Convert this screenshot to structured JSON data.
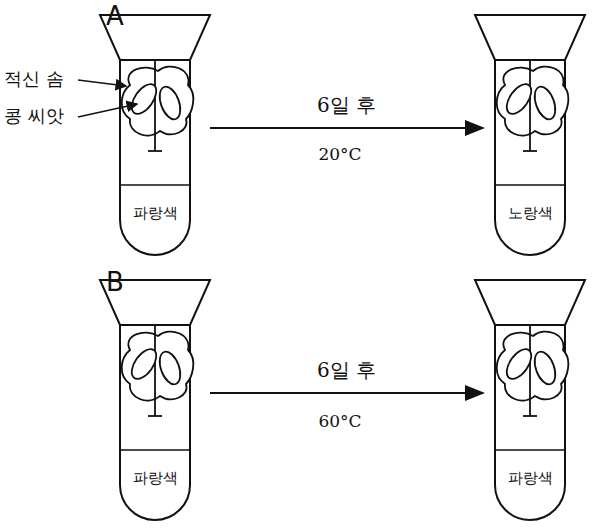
{
  "diagram": {
    "nodes": [
      {
        "text": [
          "파랑색"
        ]
      },
      {
        "text": [
          "노랑색"
        ]
      },
      {
        "text": [
          "파랑색"
        ]
      },
      {
        "text": [
          "파랑색"
        ]
      }
    ],
    "edges": [
      {
        "from": 0,
        "to": 1,
        "arrow": "to",
        "label": "6일 후"
      },
      {
        "from": 2,
        "to": 3,
        "arrow": "to",
        "label": "6일 후"
      }
    ],
    "labels": [
      "A",
      "적신 솜",
      "콩 씨앗",
      "20°C",
      "B",
      "60°C"
    ]
  }
}
